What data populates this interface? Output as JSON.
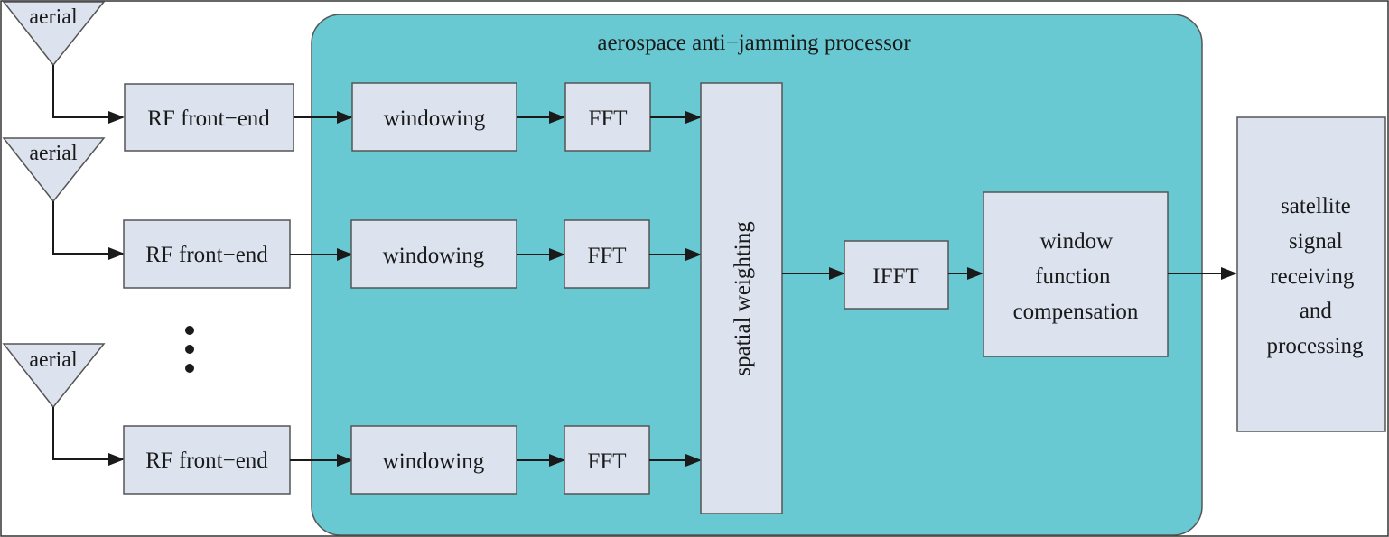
{
  "diagram": {
    "processor_title": "aerospace  anti−jamming  processor",
    "aerial_label": "aerial",
    "rf_label": "RF front−end",
    "windowing_label": "windowing",
    "fft_label": "FFT",
    "spatial_label": "spatial weighting",
    "ifft_label": "IFFT",
    "compensation_lines": [
      "window",
      "function",
      "compensation"
    ],
    "output_lines": [
      "satellite",
      "signal",
      "receiving",
      "and",
      "processing"
    ],
    "colors": {
      "processor_fill": "#68C9D3",
      "block_fill": "#DCE3EF",
      "stroke": "#444444",
      "arrow": "#1a1a1a"
    }
  }
}
